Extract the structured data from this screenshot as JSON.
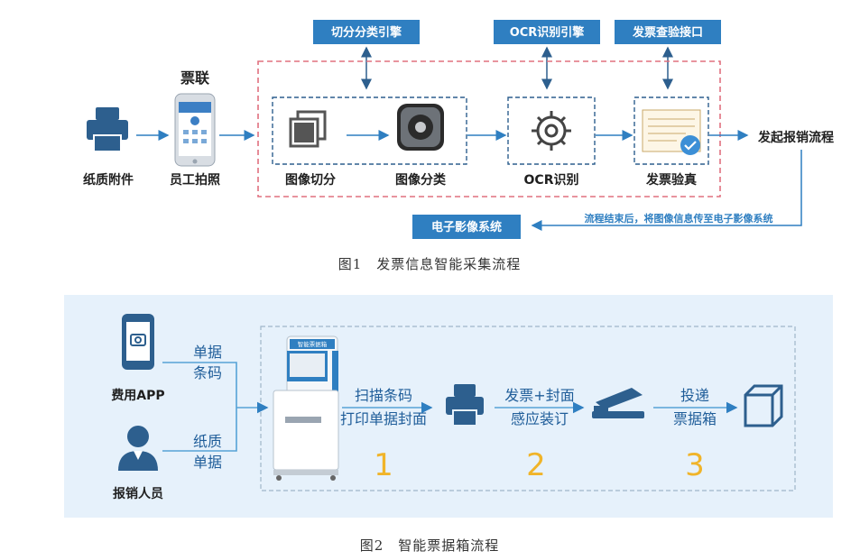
{
  "fig1": {
    "engines": {
      "split_classify": "切分分类引擎",
      "ocr": "OCR识别引擎",
      "verify_api": "发票查验接口"
    },
    "voucher_title": "票联",
    "nodes": {
      "paper": "纸质附件",
      "photo": "员工拍照",
      "split": "图像切分",
      "classify": "图像分类",
      "ocr": "OCR识别",
      "verify": "发票验真",
      "start": "发起报销流程"
    },
    "return_note": "流程结束后，将图像信息传至电子影像系统",
    "eimage": "电子影像系统",
    "caption": "图1　发票信息智能采集流程"
  },
  "fig2": {
    "app": "费用APP",
    "staff": "报销人员",
    "doc_barcode": [
      "单据",
      "条码"
    ],
    "paper_doc": [
      "纸质",
      "单据"
    ],
    "kiosk_label": "智能票据箱",
    "steps": [
      {
        "line1": "扫描条码",
        "line2": "打印单据封面",
        "num": "1"
      },
      {
        "line1": "发票+封面",
        "line2": "感应装订",
        "num": "2"
      },
      {
        "line1": "投递",
        "line2": "票据箱",
        "num": "3"
      }
    ],
    "caption": "图2　智能票据箱流程"
  },
  "colors": {
    "accent_blue": "#2f7fc1",
    "dark_blue": "#2d5f8e",
    "red_dash": "#e0707f",
    "panel_bg": "#e6f1fb",
    "yellow": "#f0b429"
  }
}
